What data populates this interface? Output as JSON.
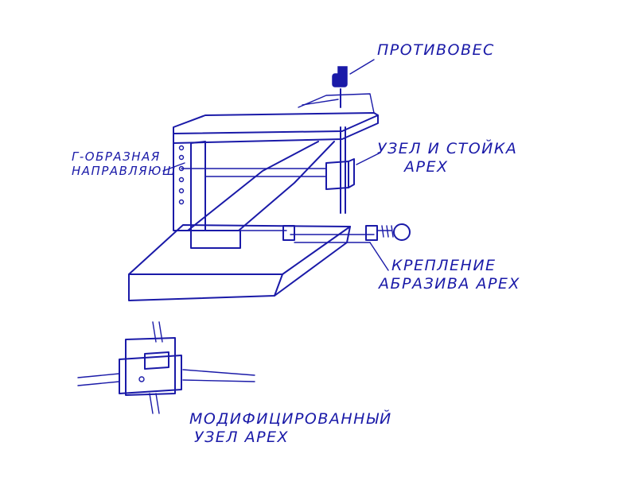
{
  "labels": {
    "counterweight": "ПРОТИВОВЕС",
    "node_and_post_line1": "УЗЕЛ И СТОЙКА",
    "node_and_post_line2": "APEX",
    "l_guide_line1": "Г-ОБРАЗНАЯ",
    "l_guide_line2": "НАПРАВЛЯЮЩ",
    "abrasive_mount_line1": "КРЕПЛЕНИЕ",
    "abrasive_mount_line2": "АБРАЗИВА APEX",
    "modified_node_line1": "МОДИФИЦИРОВАННЫЙ",
    "modified_node_line2": "УЗЕЛ APEX"
  },
  "colors": {
    "ink": "#1a1aa8",
    "paper": "#ffffff"
  }
}
